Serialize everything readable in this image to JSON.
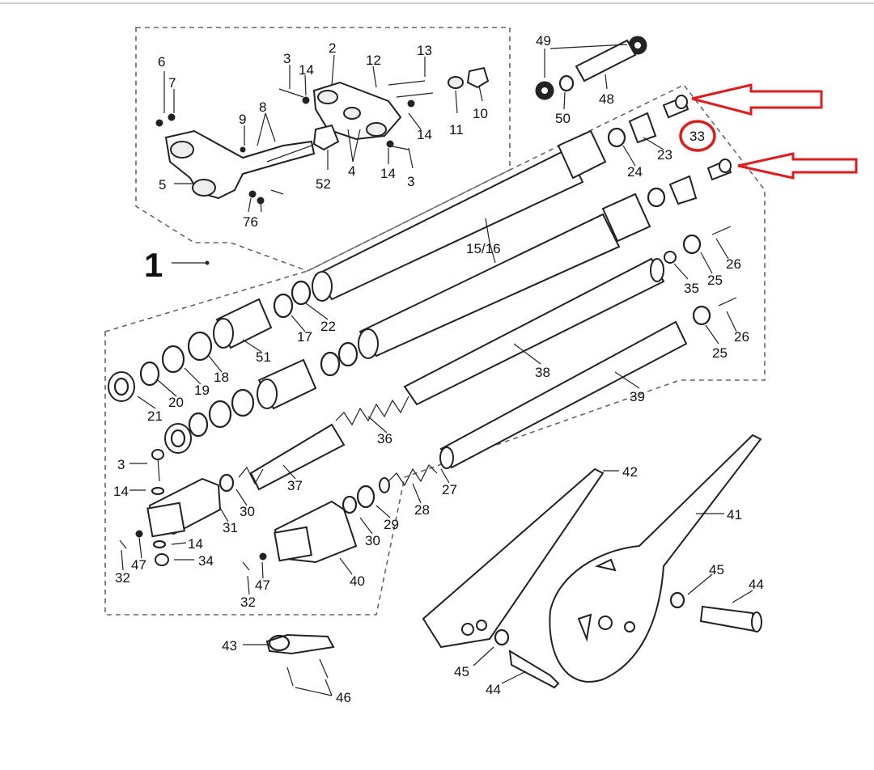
{
  "figure_number": "1",
  "highlight_color": "#e01b1b",
  "labels": {
    "l6a": "6",
    "l7a": "7",
    "l3a": "3",
    "l14a": "14",
    "l2": "2",
    "l12": "12",
    "l13": "13",
    "l8": "8",
    "l9": "9",
    "l5": "5",
    "l76": "76",
    "l52": "52",
    "l4": "4",
    "l14b": "14",
    "l3b": "3",
    "l14c": "14",
    "l11": "11",
    "l10": "10",
    "l49": "49",
    "l48": "48",
    "l50": "50",
    "l33": "33",
    "l23": "23",
    "l24": "24",
    "l1516": "15/16",
    "l26a": "26",
    "l25a": "25",
    "l35": "35",
    "l26b": "26",
    "l25b": "25",
    "l22": "22",
    "l17": "17",
    "l51": "51",
    "l38": "38",
    "l39": "39",
    "l20": "20",
    "l19": "19",
    "l18": "18",
    "l21": "21",
    "l36": "36",
    "l3c": "3",
    "l14d": "14",
    "l37": "37",
    "l30a": "30",
    "l31": "31",
    "l27": "27",
    "l28": "28",
    "l29": "29",
    "l30b": "30",
    "l42": "42",
    "l41": "41",
    "l14e": "14",
    "l34": "34",
    "l47a": "47",
    "l32a": "32",
    "l47b": "47",
    "l32b": "32",
    "l40": "40",
    "l45a": "45",
    "l44a": "44",
    "l43": "43",
    "l46": "46",
    "l45b": "45",
    "l44b": "44"
  }
}
